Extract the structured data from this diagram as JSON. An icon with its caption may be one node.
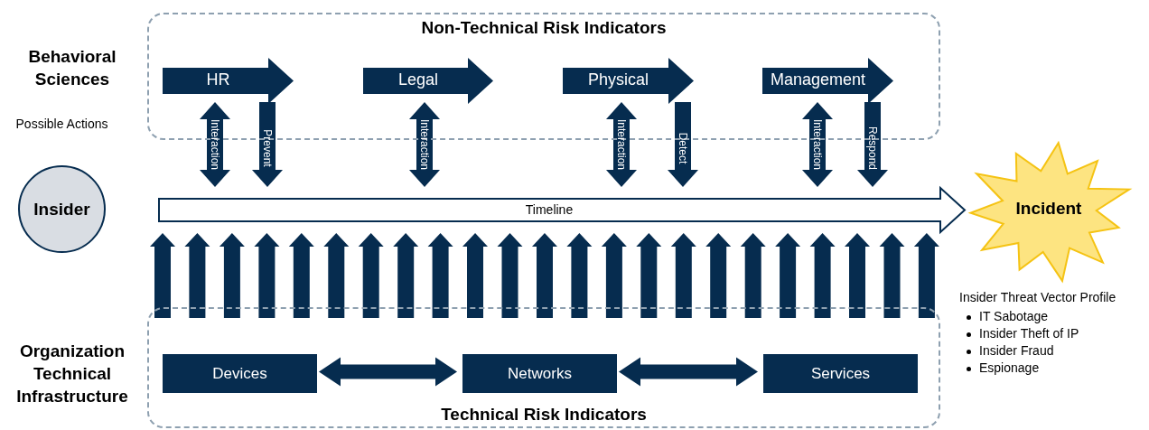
{
  "diagram": {
    "nodes": [
      {
        "text": [
          "Non-Technical Risk Indicators"
        ]
      },
      {
        "text": [
          "HR"
        ],
        "in": 0
      },
      {
        "text": [
          "Legal"
        ],
        "in": 0
      },
      {
        "text": [
          "Physical"
        ],
        "in": 0
      },
      {
        "text": [
          "Management"
        ],
        "in": 0
      },
      {
        "text": [
          "Timeline"
        ]
      },
      {
        "text": [
          "Insider"
        ],
        "beside": [
          "Possible Actions"
        ]
      },
      {
        "text": [
          "Incident"
        ]
      },
      {
        "text": [
          "Technical Risk Indicators"
        ]
      },
      {
        "text": [
          "Devices"
        ],
        "in": 8
      },
      {
        "text": [
          "Networks"
        ],
        "in": 8
      },
      {
        "text": [
          "Services"
        ],
        "in": 8
      }
    ],
    "edges": [
      {
        "from": 1,
        "to": 5,
        "arrow": "both",
        "label": "Interaction"
      },
      {
        "from": 1,
        "to": 5,
        "arrow": "to",
        "label": "Prevent"
      },
      {
        "from": 2,
        "to": 5,
        "arrow": "both",
        "label": "Interaction"
      },
      {
        "from": 3,
        "to": 5,
        "arrow": "both",
        "label": "Interaction"
      },
      {
        "from": 3,
        "to": 5,
        "arrow": "to",
        "label": "Detect"
      },
      {
        "from": 4,
        "to": 5,
        "arrow": "both",
        "label": "Interaction"
      },
      {
        "from": 4,
        "to": 5,
        "arrow": "to",
        "label": "Respond"
      },
      {
        "from": 9,
        "to": 10,
        "arrow": "both"
      },
      {
        "from": 10,
        "to": 11,
        "arrow": "both"
      },
      {
        "from": 8,
        "to": 5,
        "arrow": "to"
      },
      {
        "from": 8,
        "to": 5,
        "arrow": "to"
      },
      {
        "from": 8,
        "to": 5,
        "arrow": "to"
      },
      {
        "from": 8,
        "to": 5,
        "arrow": "to"
      },
      {
        "from": 8,
        "to": 5,
        "arrow": "to"
      },
      {
        "from": 8,
        "to": 5,
        "arrow": "to"
      },
      {
        "from": 8,
        "to": 5,
        "arrow": "to"
      },
      {
        "from": 8,
        "to": 5,
        "arrow": "to"
      },
      {
        "from": 8,
        "to": 5,
        "arrow": "to"
      },
      {
        "from": 8,
        "to": 5,
        "arrow": "to"
      },
      {
        "from": 8,
        "to": 5,
        "arrow": "to"
      },
      {
        "from": 8,
        "to": 5,
        "arrow": "to"
      },
      {
        "from": 8,
        "to": 5,
        "arrow": "to"
      },
      {
        "from": 8,
        "to": 5,
        "arrow": "to"
      },
      {
        "from": 8,
        "to": 5,
        "arrow": "to"
      },
      {
        "from": 8,
        "to": 5,
        "arrow": "to"
      },
      {
        "from": 8,
        "to": 5,
        "arrow": "to"
      },
      {
        "from": 8,
        "to": 5,
        "arrow": "to"
      },
      {
        "from": 8,
        "to": 5,
        "arrow": "to"
      },
      {
        "from": 8,
        "to": 5,
        "arrow": "to"
      },
      {
        "from": 8,
        "to": 5,
        "arrow": "to"
      },
      {
        "from": 8,
        "to": 5,
        "arrow": "to"
      },
      {
        "from": 8,
        "to": 5,
        "arrow": "to"
      }
    ],
    "labels": [
      "Behavioral Sciences",
      "Organization Technical Infrastructure",
      "Insider Threat Vector Profile",
      "IT Sabotage",
      "Insider Theft of IP",
      "Insider Fraud",
      "Espionage"
    ]
  }
}
